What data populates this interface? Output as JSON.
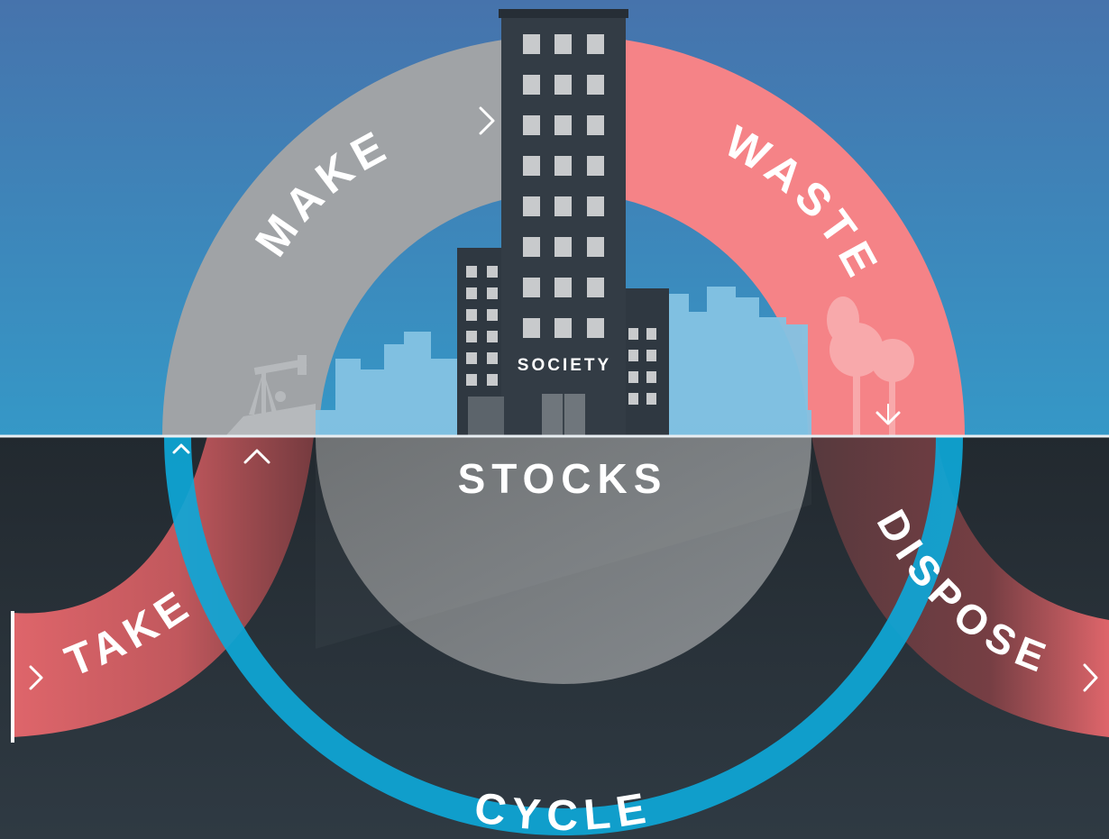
{
  "diagram": {
    "center_label": "SOCIETY",
    "stocks_label": "STOCKS",
    "stages": {
      "make": "MAKE",
      "waste": "WASTE",
      "take": "TAKE",
      "dispose": "DISPOSE",
      "cycle": "CYCLE"
    },
    "colors": {
      "sky_top": "#4673ac",
      "sky_bottom": "#3596c6",
      "ground": "#27333b",
      "make_arc": "#a0a3a6",
      "waste_arc": "#f58387",
      "take_flow": "#e6646a",
      "cycle_ring": "#0ea7d7",
      "stocks": "#76797b",
      "building": "#2f3841",
      "skyline": "#84c3e3"
    }
  }
}
